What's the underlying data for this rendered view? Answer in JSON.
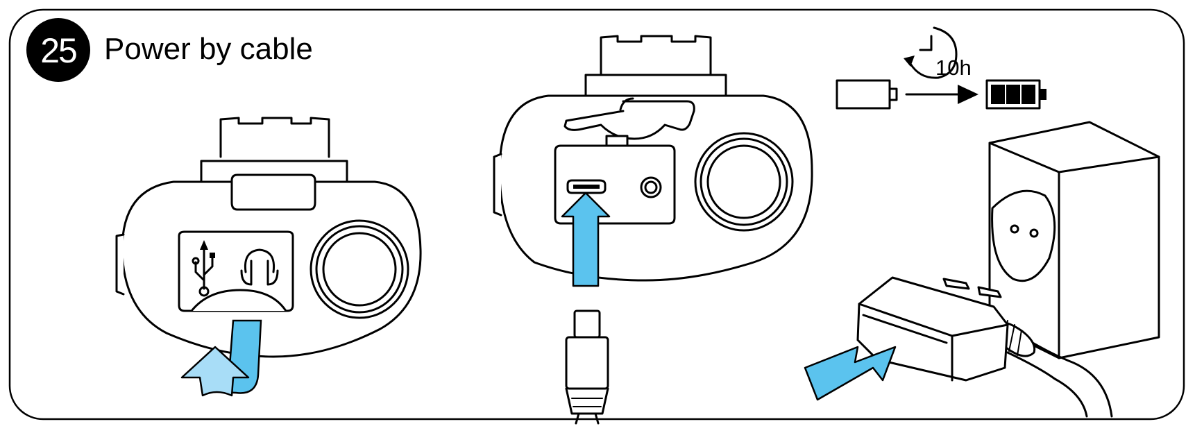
{
  "step": {
    "number": "25",
    "title": "Power by cable"
  },
  "charging": {
    "duration": "10h"
  },
  "colors": {
    "frame": "#000000",
    "arrow_fill": "#5bc3ee",
    "arrow_fill_light": "#a8ddf7",
    "badge": "#000000"
  }
}
